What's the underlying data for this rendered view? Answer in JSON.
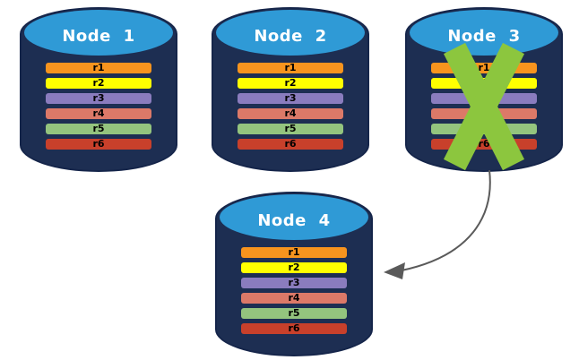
{
  "colors": {
    "background": "#FFFFFF",
    "cylinder_body": "#1D2E52",
    "cylinder_border": "#15254A",
    "cylinder_top": "#2F9AD6",
    "node_label_color": "#FFFFFF",
    "bar_label_color": "#000000",
    "failure_cross": "#8CC63E",
    "arrow": "#5A5A5A"
  },
  "replicas": [
    {
      "label": "r1",
      "color": "#F7941E"
    },
    {
      "label": "r2",
      "color": "#FFFF00"
    },
    {
      "label": "r3",
      "color": "#8A7CBE"
    },
    {
      "label": "r4",
      "color": "#DC7968"
    },
    {
      "label": "r5",
      "color": "#94C47E"
    },
    {
      "label": "r6",
      "color": "#C8402B"
    }
  ],
  "nodes": [
    {
      "label": "Node 1",
      "status": "ok"
    },
    {
      "label": "Node 2",
      "status": "ok"
    },
    {
      "label": "Node 3",
      "status": "failed"
    },
    {
      "label": "Node 4",
      "status": "ok"
    }
  ],
  "arrow": {
    "from": "Node 3",
    "to": "Node 4"
  }
}
